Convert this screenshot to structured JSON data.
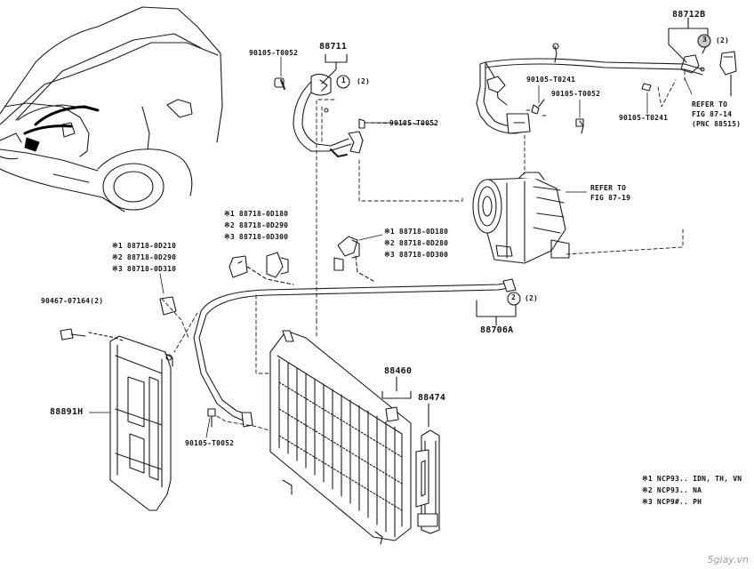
{
  "parts": {
    "p88711": "88711",
    "p88712B": "88712B",
    "p90105_t0052_a": "90105-T0052",
    "p90105_t0052_b": "90105-T0052",
    "p90105_t0052_c": "90105-T0052",
    "p90105_t0052_d": "90105-T0052",
    "p90105_t0241_a": "90105-T0241",
    "p90105_t0241_b": "90105-T0241",
    "qty1": "(2)",
    "qty2": "(2)",
    "qty3": "(2)",
    "refer_a_1": "REFER TO",
    "refer_a_2": "FIG 87-14",
    "refer_a_3": "(PNC 88515)",
    "refer_b_1": "REFER TO",
    "refer_b_2": "FIG 87-19",
    "g1_l1": "※1 88718-0D180",
    "g1_l2": "※2 88718-0D290",
    "g1_l3": "※3 88718-0D300",
    "g2_l1": "※1 88718-0D180",
    "g2_l2": "※2 88718-0D280",
    "g2_l3": "※3 88718-0D300",
    "g3_l1": "※1 88718-0D210",
    "g3_l2": "※2 88718-0D290",
    "g3_l3": "※3 88718-0D310",
    "p90467": "90467-07164(2)",
    "p88891H": "88891H",
    "p88706A": "88706A",
    "p88460": "88460",
    "p88474": "88474",
    "circle1": "1",
    "circle2": "2",
    "circle3": "3",
    "note1": "※1 NCP93.. IDN, TH, VN",
    "note2": "※2 NCP93.. NA",
    "note3": "※3 NCP9#.. PH",
    "watermark": "5giay.vn"
  }
}
